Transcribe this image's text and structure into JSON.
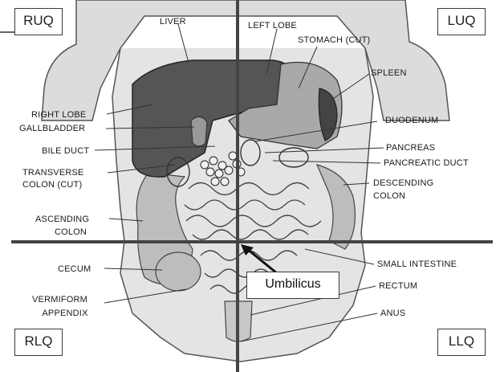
{
  "quadrants": {
    "ruq": "RUQ",
    "luq": "LUQ",
    "rlq": "RLQ",
    "llq": "LLQ"
  },
  "center_label": "Umbilicus",
  "labels": {
    "liver": "LIVER",
    "left_lobe": "LEFT LOBE",
    "stomach": "STOMACH (CUT)",
    "spleen": "SPLEEN",
    "right_lobe": "RIGHT LOBE",
    "gallbladder": "GALLBLADDER",
    "bile_duct": "BILE DUCT",
    "transverse_colon_1": "TRANSVERSE",
    "transverse_colon_2": "COLON (CUT)",
    "ascending_colon_1": "ASCENDING",
    "ascending_colon_2": "COLON",
    "cecum": "CECUM",
    "appendix_1": "VERMIFORM",
    "appendix_2": "APPENDIX",
    "duodenum": "DUODENUM",
    "pancreas": "PANCREAS",
    "pancreatic_duct": "PANCREATIC DUCT",
    "descending_colon_1": "DESCENDING",
    "descending_colon_2": "COLON",
    "small_intestine": "SMALL INTESTINE",
    "rectum": "RECTUM",
    "anus": "ANUS"
  }
}
